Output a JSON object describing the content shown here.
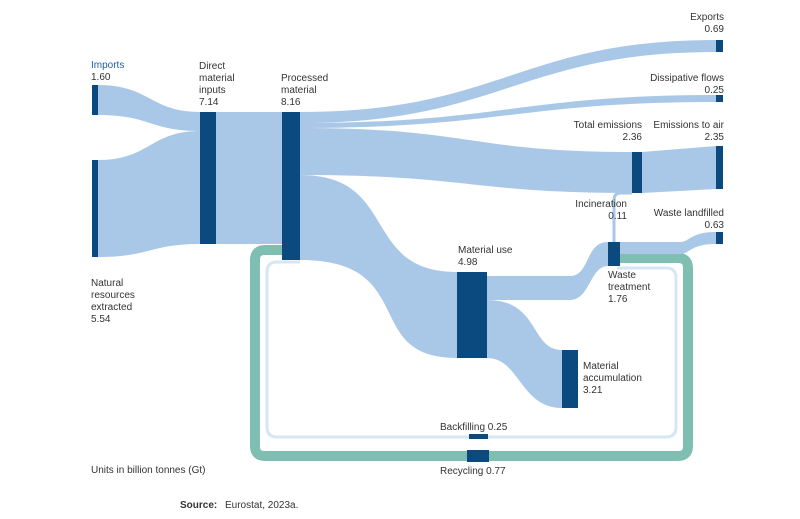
{
  "colors": {
    "node": "#0b4a7f",
    "flow": "#a9c8e8",
    "recycle_loop": "#7fbfb2",
    "backfill_loop": "#d6e6f5",
    "imports_label": "#1f5fa8"
  },
  "labels": {
    "imports": {
      "name": "Imports",
      "value": "1.60"
    },
    "natural_resources": {
      "line1": "Natural",
      "line2": "resources",
      "line3": "extracted",
      "value": "5.54"
    },
    "direct_material_inputs": {
      "line1": "Direct",
      "line2": "material",
      "line3": "inputs",
      "value": "7.14"
    },
    "processed_material": {
      "line1": "Processed",
      "line2": "material",
      "value": "8.16"
    },
    "exports": {
      "name": "Exports",
      "value": "0.69"
    },
    "dissipative_flows": {
      "name": "Dissipative flows",
      "value": "0.25"
    },
    "total_emissions": {
      "name": "Total emissions",
      "value": "2.36"
    },
    "emissions_to_air": {
      "name": "Emissions to air",
      "value": "2.35"
    },
    "incineration": {
      "name": "Incineration",
      "value": "0.11"
    },
    "waste_landfilled": {
      "name": "Waste landfilled",
      "value": "0.63"
    },
    "material_use": {
      "name": "Material use",
      "value": "4.98"
    },
    "waste_treatment": {
      "line1": "Waste",
      "line2": "treatment",
      "value": "1.76"
    },
    "material_accumulation": {
      "line1": "Material",
      "line2": "accumulation",
      "value": "3.21"
    },
    "backfilling": "Backfilling 0.25",
    "recycling": "Recycling 0.77"
  },
  "units_note": "Units in billion tonnes (Gt)",
  "source": {
    "label": "Source:",
    "text": "Eurostat, 2023a."
  }
}
